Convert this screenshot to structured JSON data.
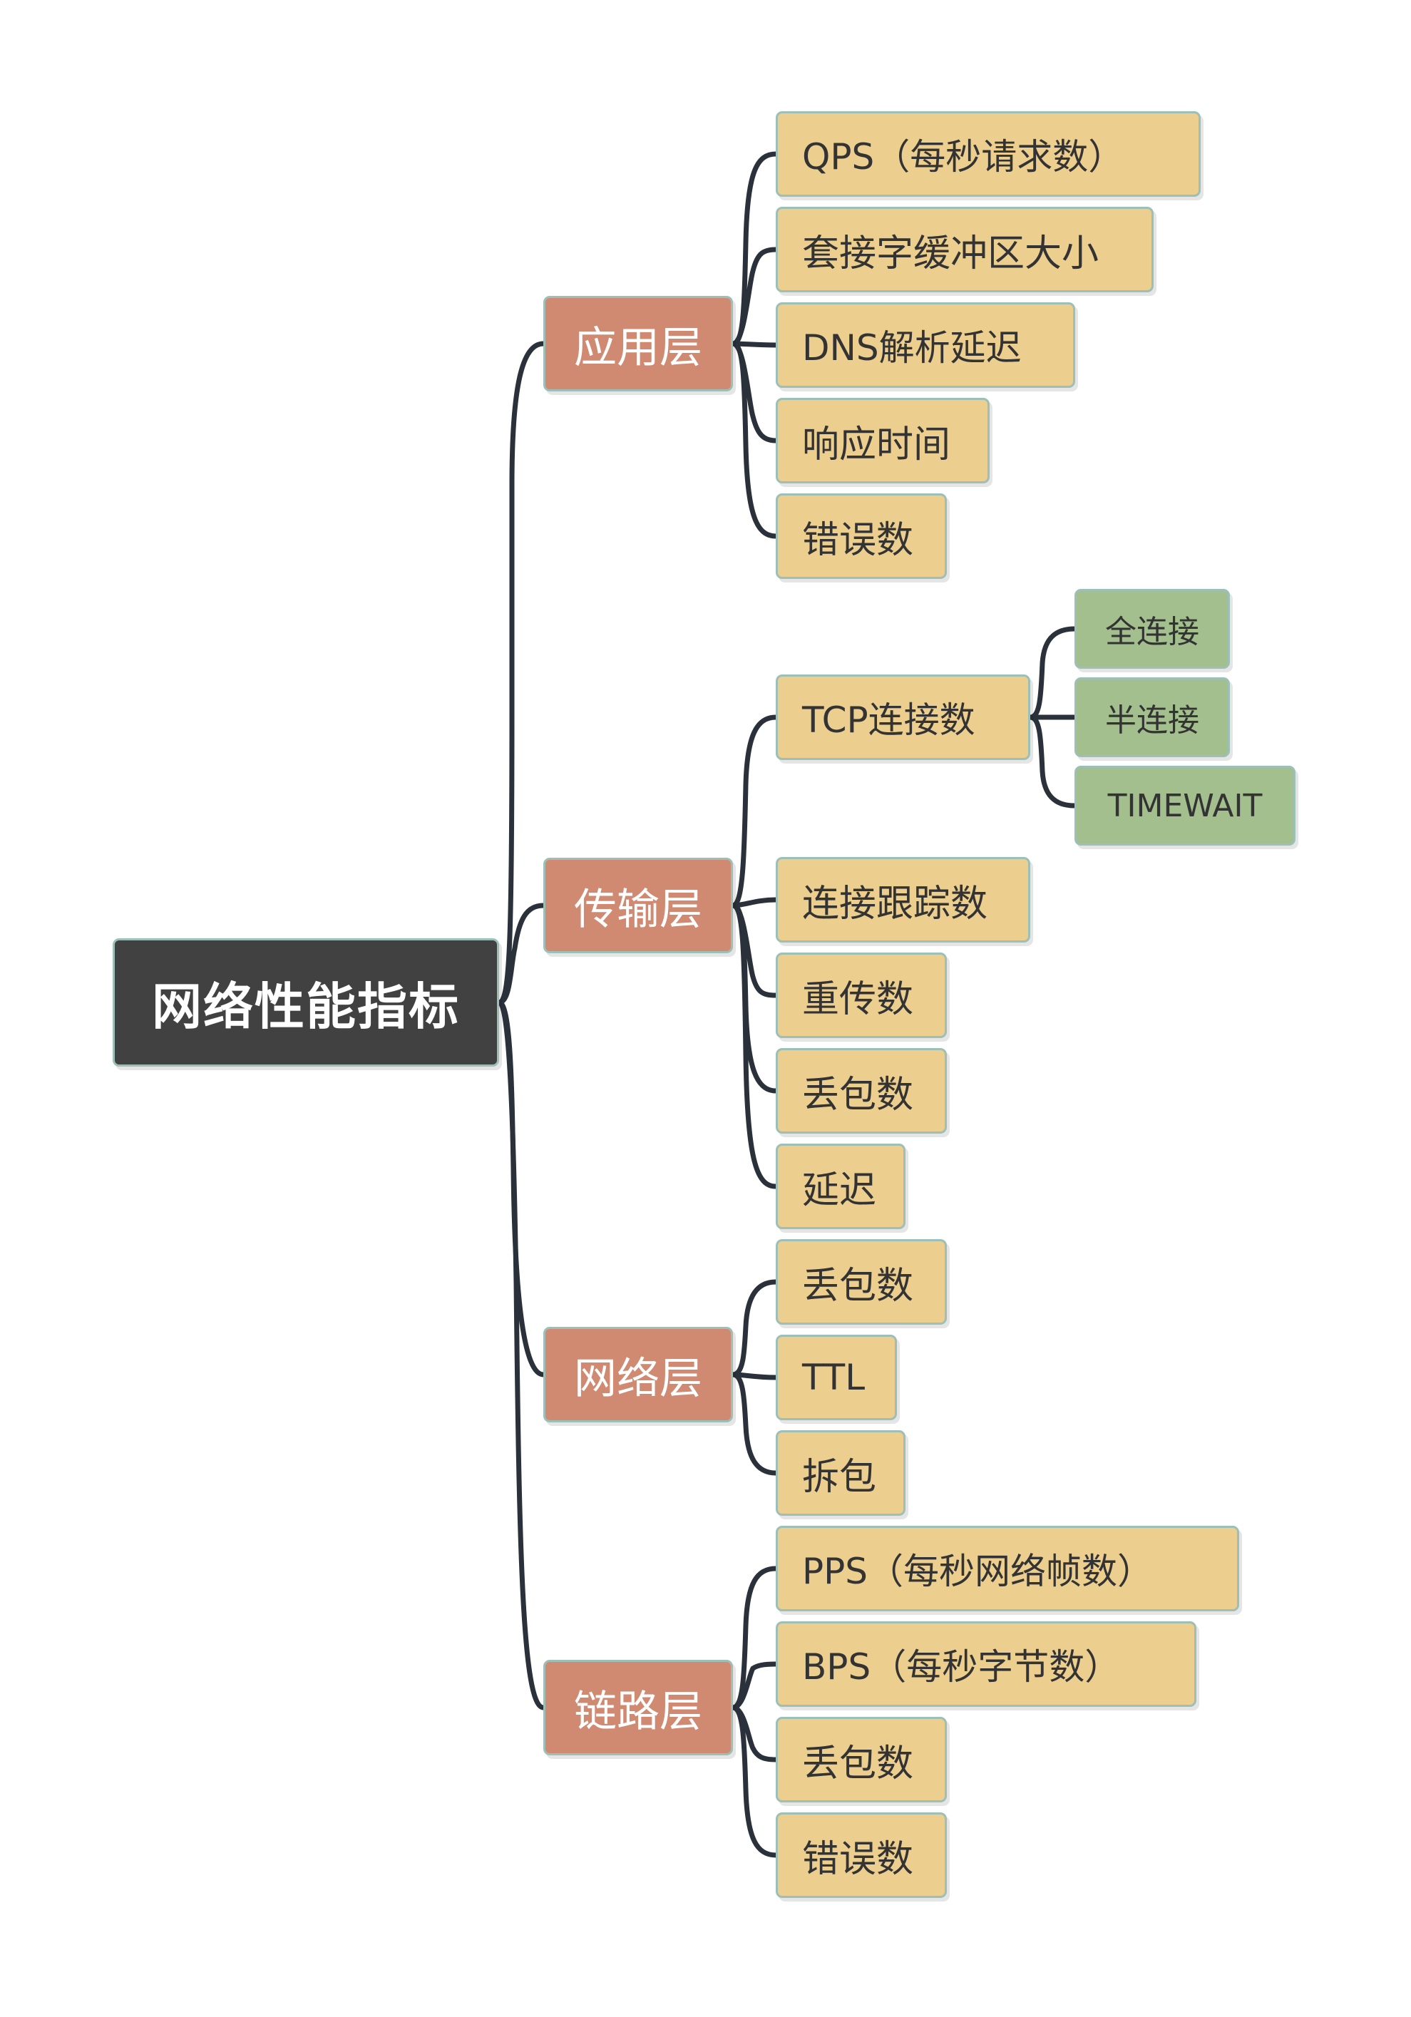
{
  "root": "网络性能指标",
  "layers": [
    {
      "label": "应用层",
      "items": [
        {
          "label": "QPS（每秒请求数）"
        },
        {
          "label": "套接字缓冲区大小"
        },
        {
          "label": "DNS解析延迟"
        },
        {
          "label": "响应时间"
        },
        {
          "label": "错误数"
        }
      ]
    },
    {
      "label": "传输层",
      "items": [
        {
          "label": "TCP连接数",
          "children": [
            "全连接",
            "半连接",
            "TIMEWAIT"
          ]
        },
        {
          "label": "连接跟踪数"
        },
        {
          "label": "重传数"
        },
        {
          "label": "丢包数"
        },
        {
          "label": "延迟"
        }
      ]
    },
    {
      "label": "网络层",
      "items": [
        {
          "label": "丢包数"
        },
        {
          "label": "TTL"
        },
        {
          "label": "拆包"
        }
      ]
    },
    {
      "label": "链路层",
      "items": [
        {
          "label": "PPS（每秒网络帧数）"
        },
        {
          "label": "BPS（每秒字节数）"
        },
        {
          "label": "丢包数"
        },
        {
          "label": "错误数"
        }
      ]
    }
  ]
}
